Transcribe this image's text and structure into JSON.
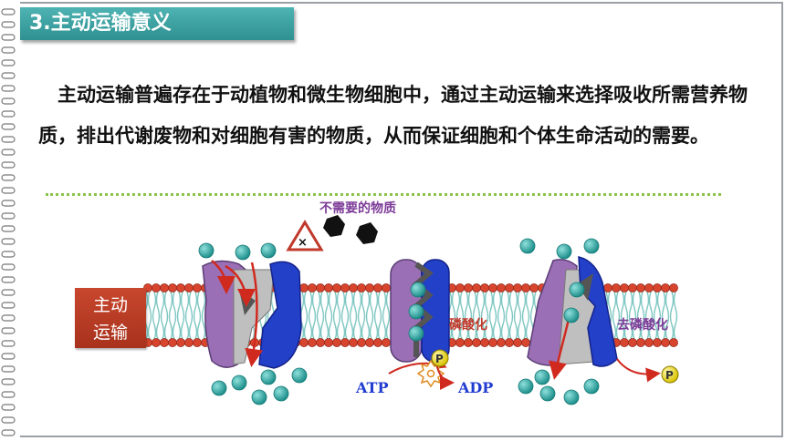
{
  "header": {
    "title": "3.主动运输意义"
  },
  "body": {
    "paragraph": "主动运输普遍存在于动植物和微生物细胞中，通过主动运输来选择吸收所需营养物质，排出代谢废物和对细胞有害的物质，从而保证细胞和个体生命活动的需要。"
  },
  "figure": {
    "side_label_line1": "主动",
    "side_label_line2": "运输",
    "unwanted_label": "不需要的物质",
    "phosphorylation_label": "磷酸化",
    "dephosphorylation_label": "去磷酸化",
    "atp_label": "ATP",
    "adp_label": "ADP",
    "phosphate_symbol": "P"
  },
  "colors": {
    "title_bar": "#3aa3a3",
    "membrane_head": "#d7452e",
    "membrane_tail": "#7fc7c2",
    "protein_purple": "#9b6fb5",
    "protein_blue": "#2340c8",
    "molecule": "#2aa8a4",
    "phosphate": "#f2e21a",
    "arrow_red": "#d02a1f"
  }
}
